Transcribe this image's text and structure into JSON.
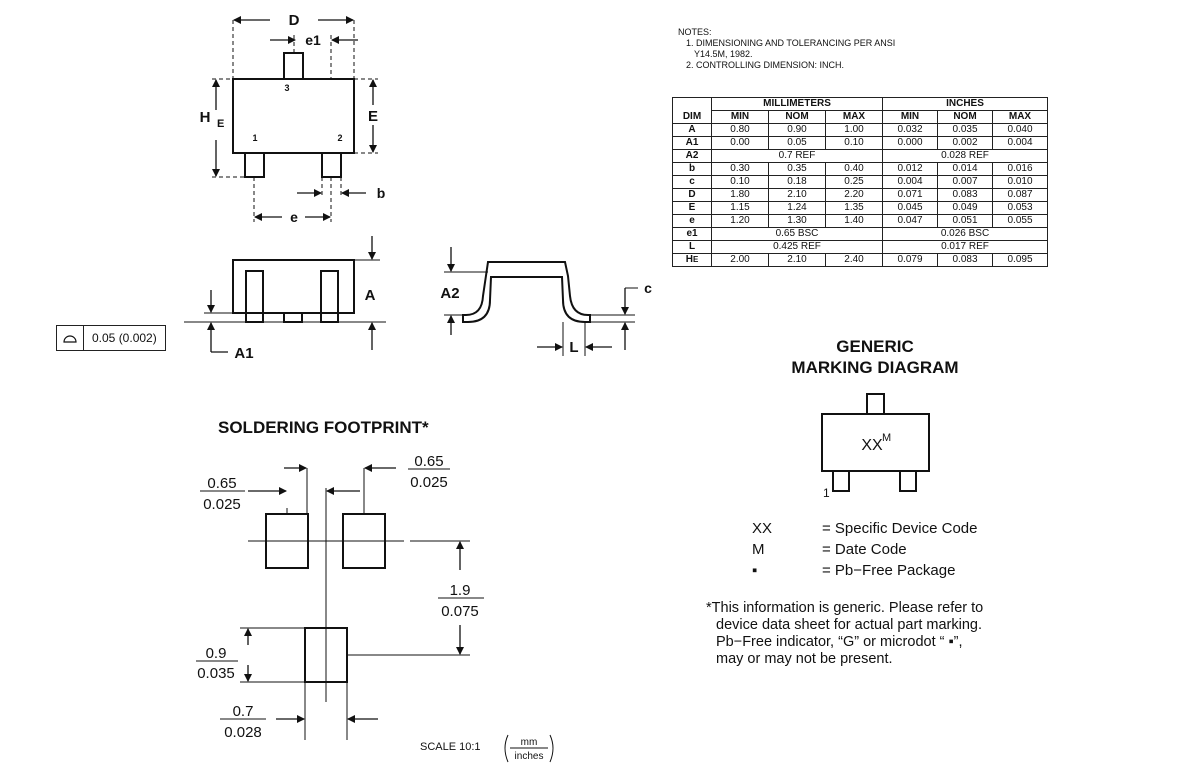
{
  "notes": {
    "heading": "NOTES:",
    "items": [
      "1.  DIMENSIONING AND TOLERANCING PER ANSI",
      "     Y14.5M, 1982.",
      "2.  CONTROLLING DIMENSION: INCH."
    ]
  },
  "table": {
    "dim_header": "DIM",
    "group_mm": "MILLIMETERS",
    "group_in": "INCHES",
    "sub_headers": [
      "MIN",
      "NOM",
      "MAX"
    ],
    "rows": [
      {
        "dim": "A",
        "mm": [
          "0.80",
          "0.90",
          "1.00"
        ],
        "in": [
          "0.032",
          "0.035",
          "0.040"
        ]
      },
      {
        "dim": "A1",
        "mm": [
          "0.00",
          "0.05",
          "0.10"
        ],
        "in": [
          "0.000",
          "0.002",
          "0.004"
        ]
      },
      {
        "dim": "A2",
        "mm_ref": "0.7 REF",
        "in_ref": "0.028 REF"
      },
      {
        "dim": "b",
        "mm": [
          "0.30",
          "0.35",
          "0.40"
        ],
        "in": [
          "0.012",
          "0.014",
          "0.016"
        ]
      },
      {
        "dim": "c",
        "mm": [
          "0.10",
          "0.18",
          "0.25"
        ],
        "in": [
          "0.004",
          "0.007",
          "0.010"
        ]
      },
      {
        "dim": "D",
        "mm": [
          "1.80",
          "2.10",
          "2.20"
        ],
        "in": [
          "0.071",
          "0.083",
          "0.087"
        ]
      },
      {
        "dim": "E",
        "mm": [
          "1.15",
          "1.24",
          "1.35"
        ],
        "in": [
          "0.045",
          "0.049",
          "0.053"
        ]
      },
      {
        "dim": "e",
        "mm": [
          "1.20",
          "1.30",
          "1.40"
        ],
        "in": [
          "0.047",
          "0.051",
          "0.055"
        ]
      },
      {
        "dim": "e1",
        "mm_ref": "0.65 BSC",
        "in_ref": "0.026 BSC"
      },
      {
        "dim": "L",
        "mm_ref": "0.425 REF",
        "in_ref": "0.017 REF"
      },
      {
        "dim": "HE",
        "mm": [
          "2.00",
          "2.10",
          "2.40"
        ],
        "in": [
          "0.079",
          "0.083",
          "0.095"
        ]
      }
    ]
  },
  "top_view": {
    "D": "D",
    "e1": "e1",
    "H": "H",
    "H_sub": "E",
    "E": "E",
    "b": "b",
    "e": "e",
    "pin1": "1",
    "pin2": "2",
    "pin3": "3"
  },
  "side_view": {
    "A": "A",
    "A1": "A1",
    "tolerance": "0.05 (0.002)"
  },
  "end_view": {
    "A2": "A2",
    "c": "c",
    "L": "L"
  },
  "footprint": {
    "title": "SOLDERING FOOTPRINT*",
    "d1_mm": "0.65",
    "d1_in": "0.025",
    "d2_mm": "0.65",
    "d2_in": "0.025",
    "d3_mm": "1.9",
    "d3_in": "0.075",
    "d4_mm": "0.9",
    "d4_in": "0.035",
    "d5_mm": "0.7",
    "d5_in": "0.028",
    "scale": "SCALE 10:1",
    "unit_top": "mm",
    "unit_bottom": "inches"
  },
  "marking": {
    "title_line1": "GENERIC",
    "title_line2": "MARKING DIAGRAM",
    "code": "XX",
    "code_sup": "M",
    "pin1": "1",
    "legend": [
      {
        "code": "XX",
        "desc": "= Specific Device Code"
      },
      {
        "code": "M",
        "desc": "= Date Code"
      },
      {
        "code": "▪",
        "desc": "= Pb−Free Package"
      }
    ],
    "footnote": [
      "*This information is generic. Please refer to",
      "device data sheet for actual part marking.",
      "Pb−Free indicator, “G” or microdot “ ▪”,",
      "may or may not be present."
    ]
  }
}
